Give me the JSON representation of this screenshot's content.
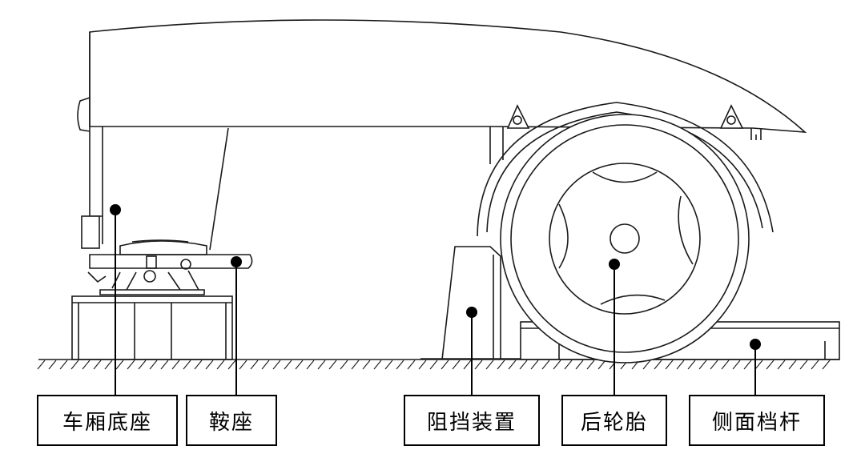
{
  "labels": {
    "carriage_base": "车厢底座",
    "saddle": "鞍座",
    "blocking_device": "阻挡装置",
    "rear_tire": "后轮胎",
    "side_bar": "侧面档杆"
  },
  "colors": {
    "line": "#1a1a1a",
    "background": "#ffffff",
    "marker": "#000000"
  }
}
